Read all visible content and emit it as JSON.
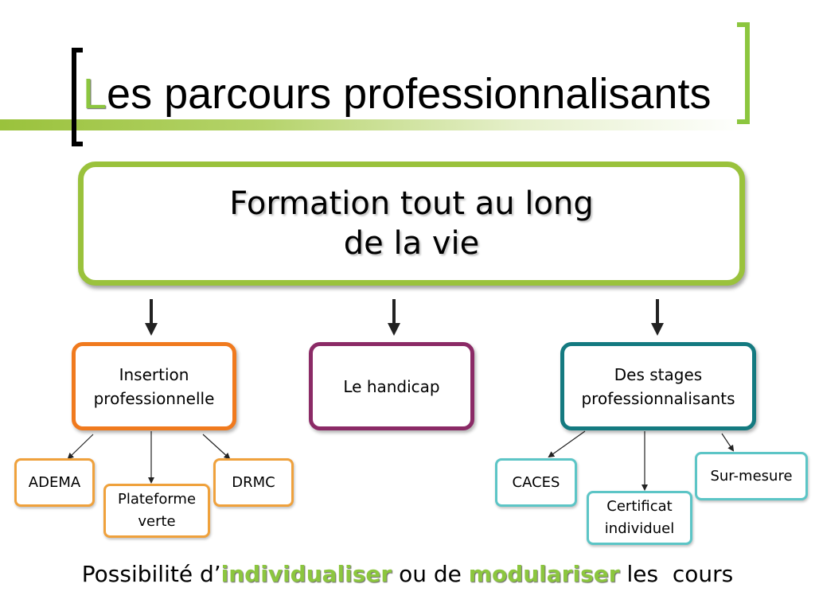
{
  "title": {
    "first_letter": "L",
    "rest": "es parcours professionnalisants"
  },
  "main": {
    "line1": "Formation tout au long",
    "line2": "de la vie"
  },
  "categories": [
    {
      "line1": "Insertion",
      "line2": "professionnelle"
    },
    {
      "line1": "Le handicap"
    },
    {
      "line1": "Des stages",
      "line2": "professionnalisants"
    }
  ],
  "leaves": {
    "adema": "ADEMA",
    "plateforme": {
      "line1": "Plateforme",
      "line2": "verte"
    },
    "drmc": "DRMC",
    "caces": "CACES",
    "certificat": {
      "line1": "Certificat",
      "line2": "individuel"
    },
    "sur_mesure": "Sur-mesure"
  },
  "footer": {
    "part1": "Possibilité d’",
    "highlight1": "individualiser",
    "part2": " ou de ",
    "highlight2": "modulariser",
    "part3": " les  cours"
  },
  "colors": {
    "accent_green": "#8cc63f",
    "orange": "#f07a1e",
    "purple": "#8b2a66",
    "teal": "#147a80",
    "light_orange": "#efa13c",
    "light_teal": "#5cc5c6"
  }
}
